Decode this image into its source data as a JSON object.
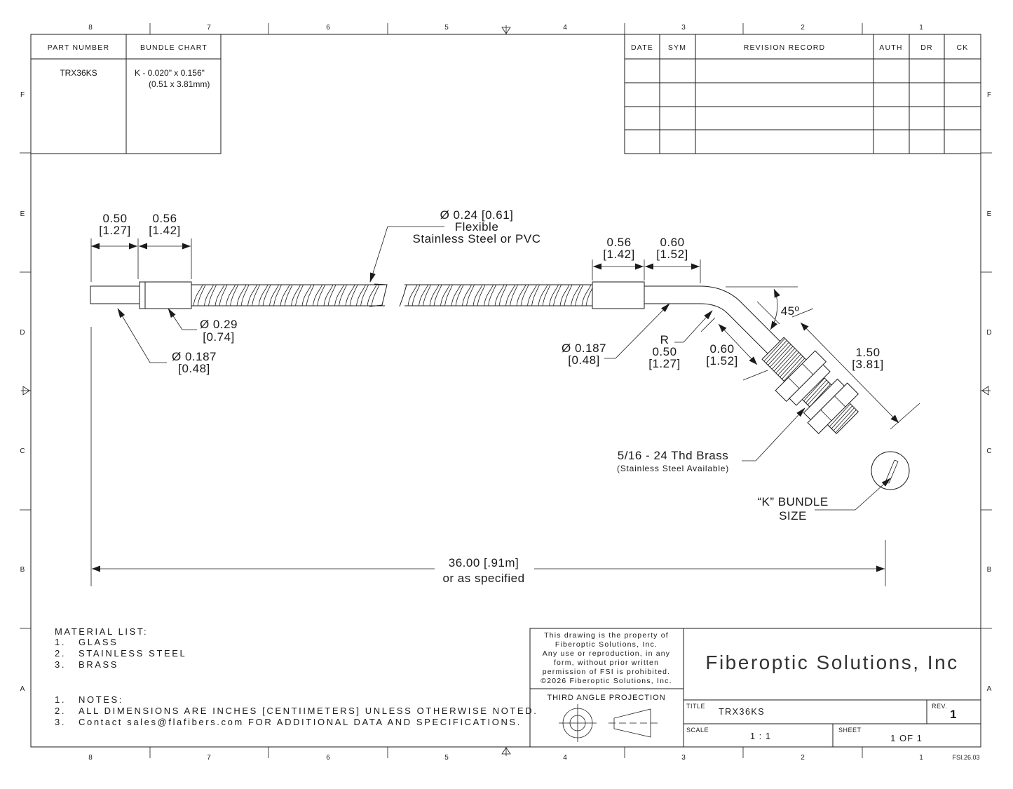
{
  "zones": {
    "columns": [
      "8",
      "7",
      "6",
      "5",
      "4",
      "3",
      "2",
      "1"
    ],
    "rows": [
      "F",
      "E",
      "D",
      "C",
      "B",
      "A"
    ]
  },
  "parts_table": {
    "header_part": "PART NUMBER",
    "header_bundle": "BUNDLE CHART",
    "part_number": "TRX36KS",
    "bundle_line1": "K - 0.020\" x 0.156\"",
    "bundle_line2": "(0.51 x 3.81mm)"
  },
  "revision_table": {
    "headers": [
      "DATE",
      "SYM",
      "REVISION RECORD",
      "AUTH",
      "DR",
      "CK"
    ]
  },
  "dimensions": {
    "d1": [
      "0.50",
      "[1.27]"
    ],
    "d2": [
      "0.56",
      "[1.42]"
    ],
    "sheath": [
      "Ø 0.24 [0.61]",
      "Flexible",
      "Stainless Steel or PVC"
    ],
    "d3": [
      "0.56",
      "[1.42]"
    ],
    "d4": [
      "0.60",
      "[1.52]"
    ],
    "ferrule_od": [
      "Ø 0.29",
      "[0.74]"
    ],
    "tip_left": [
      "Ø 0.187",
      "[0.48]"
    ],
    "tip_right": [
      "Ø 0.187",
      "[0.48]"
    ],
    "radius": [
      "R",
      "0.50",
      "[1.27]"
    ],
    "d5": [
      "0.60",
      "[1.52]"
    ],
    "d6": [
      "1.50",
      "[3.81]"
    ],
    "angle": "45º",
    "thread": [
      "5/16 - 24 Thd Brass",
      "(Stainless Steel Available)"
    ],
    "bundle": [
      "“K” BUNDLE",
      "SIZE"
    ],
    "length": [
      "36.00 [.91m]",
      "or as specified"
    ]
  },
  "material_list": {
    "title": "MATERIAL LIST:",
    "items": [
      [
        "1.",
        "GLASS"
      ],
      [
        "2.",
        "STAINLESS STEEL"
      ],
      [
        "3.",
        "BRASS"
      ]
    ]
  },
  "notes": {
    "items": [
      [
        "1.",
        "NOTES:"
      ],
      [
        "2.",
        "ALL DIMENSIONS ARE INCHES [CENTIIMETERS] UNLESS OTHERWISE NOTED."
      ],
      [
        "3.",
        "Contact sales@flafibers.com FOR ADDITIONAL DATA AND SPECIFICATIONS."
      ]
    ]
  },
  "title_block": {
    "property_lines": [
      "This drawing is the property of",
      "Fiberoptic Solutions, Inc.",
      "Any use or reproduction, in any",
      "form, without prior written",
      "permission of FSI is prohibited.",
      "©2026 Fiberoptic Solutions, Inc."
    ],
    "projection": "THIRD ANGLE PROJECTION",
    "company": "Fiberoptic Solutions, Inc",
    "title_label": "TITLE",
    "title_value": "TRX36KS",
    "rev_label": "REV.",
    "rev_value": "1",
    "scale_label": "SCALE",
    "scale_value": "1  :  1",
    "sheet_label": "SHEET",
    "sheet_value": "1   OF  1",
    "form_code": "FSI.26.03"
  }
}
